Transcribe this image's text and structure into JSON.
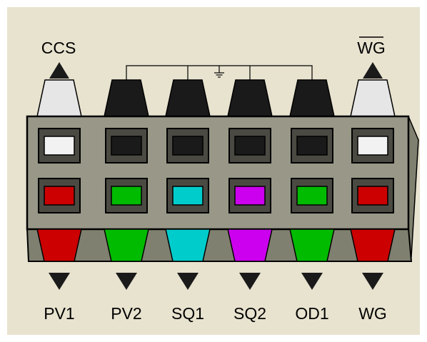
{
  "top_labels": {
    "left": "CCS",
    "right": "WG",
    "right_overline": true
  },
  "bottom_labels": [
    "PV1",
    "PV2",
    "SQ1",
    "SQ2",
    "OD1",
    "WG"
  ],
  "top_connectors": [
    {
      "color": "#e6e6e6",
      "name": "CCS",
      "has_arrow": true
    },
    {
      "color": "#1a1a1a",
      "name": "",
      "has_arrow": false
    },
    {
      "color": "#1a1a1a",
      "name": "",
      "has_arrow": false
    },
    {
      "color": "#1a1a1a",
      "name": "",
      "has_arrow": false
    },
    {
      "color": "#1a1a1a",
      "name": "",
      "has_arrow": false
    },
    {
      "color": "#e6e6e6",
      "name": "WG",
      "has_arrow": true
    }
  ],
  "upper_indicators": [
    "#f2f2f2",
    "#1a1a1a",
    "#1a1a1a",
    "#1a1a1a",
    "#1a1a1a",
    "#f2f2f2"
  ],
  "lower_indicators": [
    "#cc0000",
    "#00bb00",
    "#00cccc",
    "#cc00ee",
    "#00bb00",
    "#cc0000"
  ],
  "bottom_connectors": [
    "#cc0000",
    "#00bb00",
    "#00cccc",
    "#cc00ee",
    "#00bb00",
    "#cc0000"
  ],
  "colors": {
    "background": "#e8e3cf",
    "housing": "#999888",
    "housing_dark": "#808070",
    "outline": "#000000"
  },
  "ground_symbol": "ground-icon"
}
